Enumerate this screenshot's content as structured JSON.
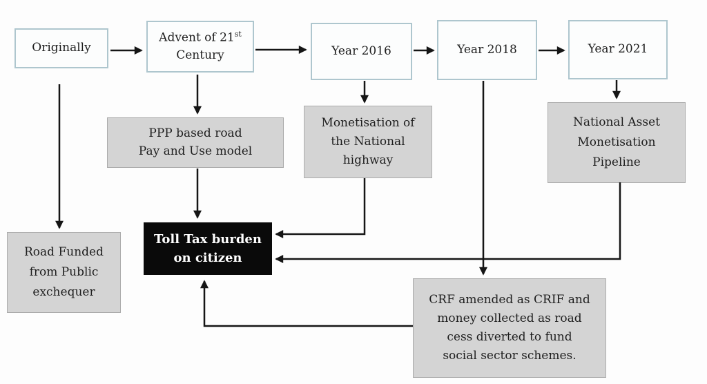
{
  "diagram": {
    "description": "Flowchart of evolution of road funding and toll tax burden in India",
    "nodes": {
      "originally": {
        "label": "Originally"
      },
      "advent": {
        "line1_pre": "Advent of 21",
        "line1_sup": "st",
        "line2": "Century"
      },
      "year2016": {
        "label": "Year 2016"
      },
      "year2018": {
        "label": "Year 2018"
      },
      "year2021": {
        "label": "Year 2021"
      },
      "ppp": {
        "label": "PPP based road\nPay and Use model"
      },
      "monetisation": {
        "label": "Monetisation of\nthe National\nhighway"
      },
      "namp": {
        "label": "National Asset\nMonetisation\nPipeline"
      },
      "road_funded": {
        "label": "Road Funded\nfrom Public\nexchequer"
      },
      "toll": {
        "label": "Toll Tax burden\non citizen"
      },
      "crf": {
        "label": "CRF amended as CRIF and\nmoney collected as road\ncess diverted to fund\nsocial sector schemes."
      }
    },
    "edges": [
      {
        "from": "originally",
        "to": "advent"
      },
      {
        "from": "advent",
        "to": "year2016"
      },
      {
        "from": "year2016",
        "to": "year2018"
      },
      {
        "from": "year2018",
        "to": "year2021"
      },
      {
        "from": "originally",
        "to": "road_funded"
      },
      {
        "from": "advent",
        "to": "ppp"
      },
      {
        "from": "ppp",
        "to": "toll"
      },
      {
        "from": "year2016",
        "to": "monetisation"
      },
      {
        "from": "monetisation",
        "to": "toll"
      },
      {
        "from": "year2021",
        "to": "namp"
      },
      {
        "from": "namp",
        "to": "toll"
      },
      {
        "from": "year2018",
        "to": "crf"
      },
      {
        "from": "crf",
        "to": "toll"
      }
    ],
    "colors": {
      "timeline_box_fill": "#fcfdfd",
      "timeline_box_border": "#aec6ce",
      "gray_box_fill": "#d4d4d4",
      "gray_box_border": "#ababab",
      "highlight_box_fill": "#0a0a0a",
      "highlight_box_text": "#ffffff",
      "arrow": "#151515"
    }
  }
}
